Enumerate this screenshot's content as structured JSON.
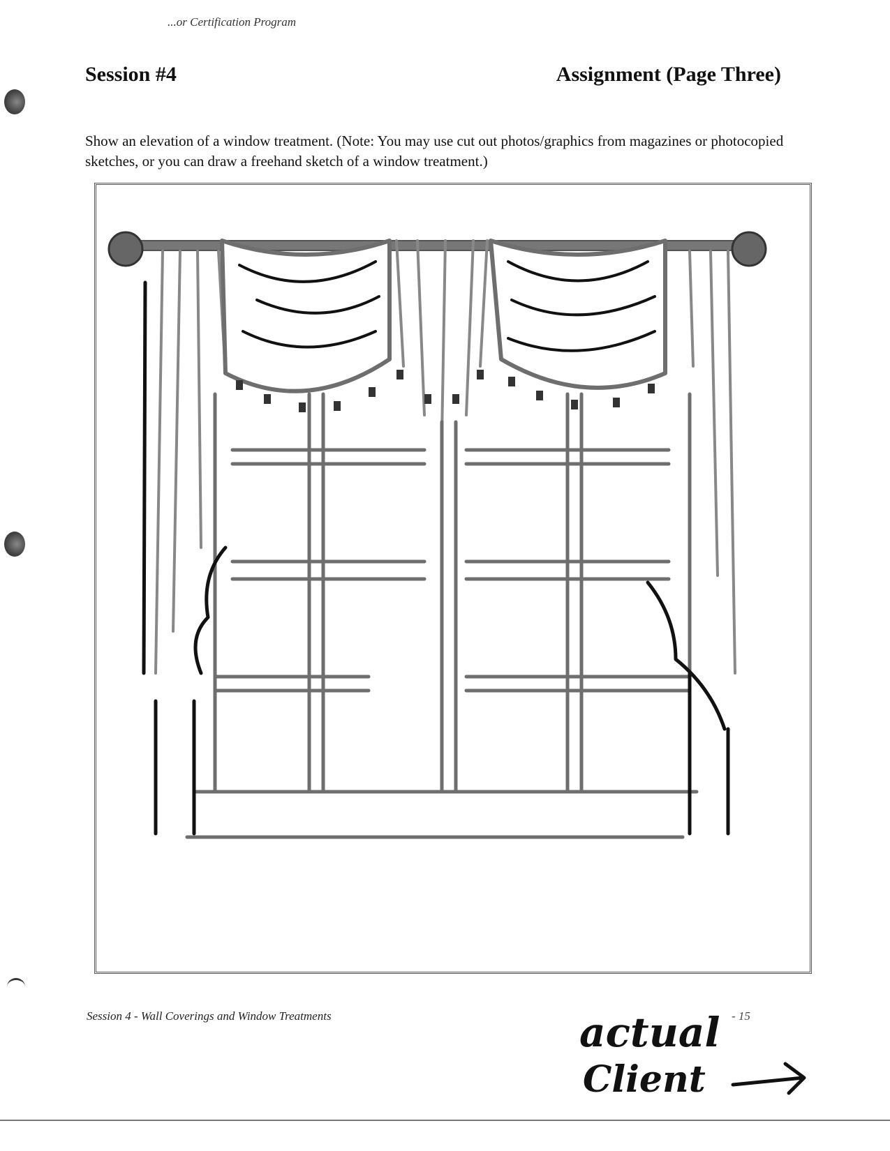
{
  "header": {
    "program": "...or Certification Program",
    "session": "Session #4",
    "assignment": "Assignment (Page Three)"
  },
  "instructions": "Show an elevation of a window treatment. (Note: You may use cut out photos/graphics from magazines or photocopied sketches, or you can draw a freehand sketch of a window treatment.)",
  "footer": {
    "left": "Session 4 - Wall Coverings and Window Treatments",
    "page": "- 15"
  },
  "handwritten_note": {
    "line1": "actual",
    "line2": "Client"
  },
  "colors": {
    "ink": "#111111",
    "marker_gray": "#6e6e6e",
    "frame": "#555555"
  }
}
